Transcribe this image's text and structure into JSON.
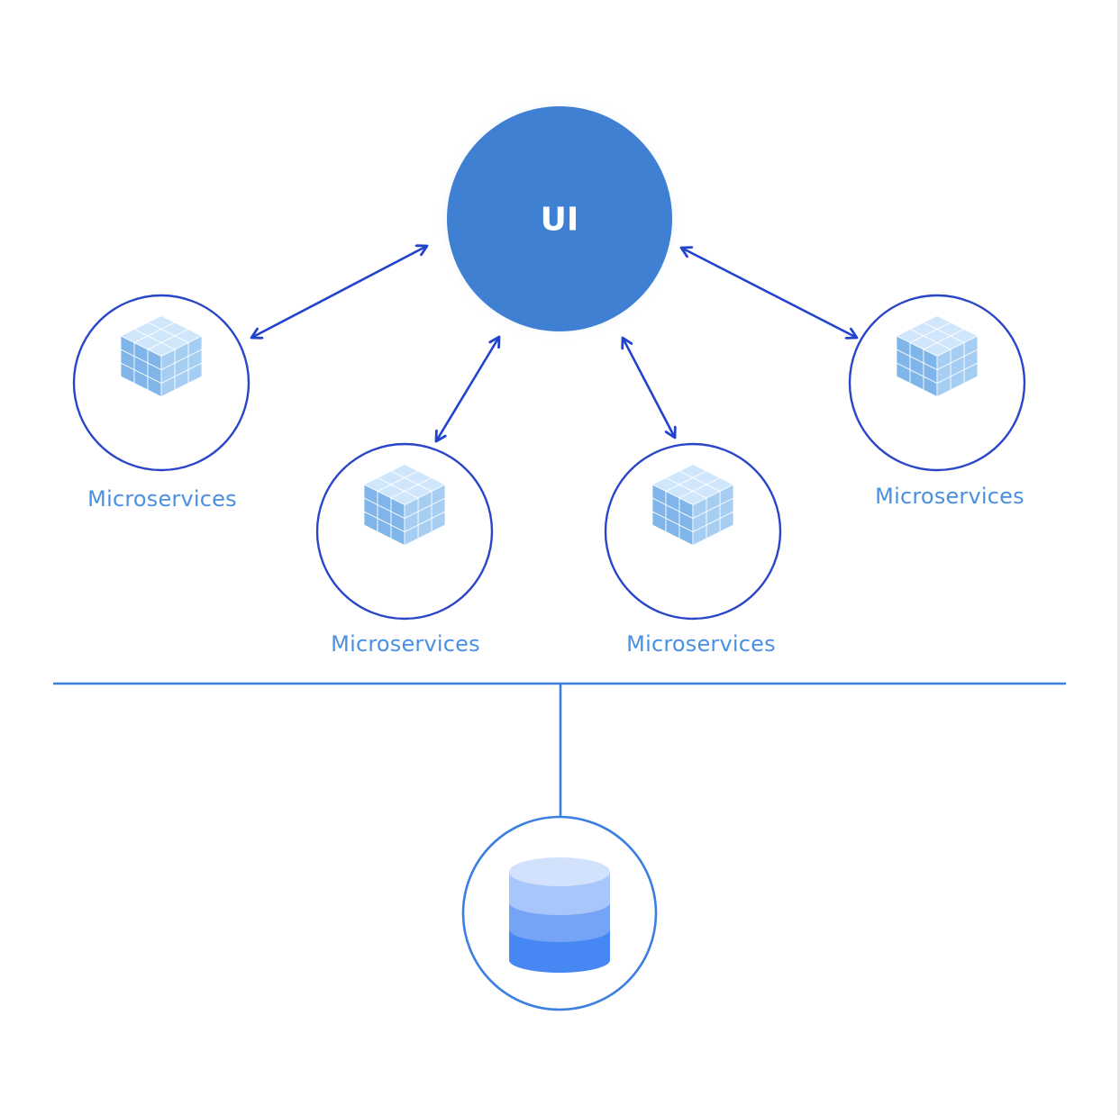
{
  "center": {
    "label": "UI"
  },
  "services": [
    {
      "label": "Microservices"
    },
    {
      "label": "Microservices"
    },
    {
      "label": "Microservices"
    },
    {
      "label": "Microservices"
    }
  ],
  "database": {
    "icon": "database-icon"
  },
  "colors": {
    "ui_fill": "#3f80d2",
    "arrow": "#2244cc",
    "ring": "#2a46c8",
    "bus_line": "#3b7fe0",
    "label": "#4a90e2",
    "cube_light": "#cfe6fb",
    "cube_mid": "#a6cef3",
    "cube_dark": "#7fb5e8",
    "db_top": "#c6d9fb",
    "db_mid": "#75a4f6",
    "db_bottom": "#4787f4"
  }
}
